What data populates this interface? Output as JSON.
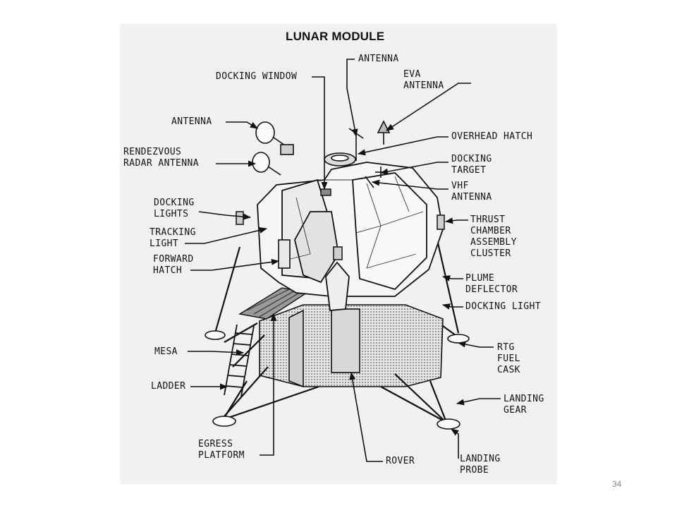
{
  "title": "LUNAR MODULE",
  "page_number": "34",
  "labels": {
    "antenna_top": "ANTENNA",
    "eva_antenna": "EVA\nANTENNA",
    "docking_window": "DOCKING WINDOW",
    "overhead_hatch": "OVERHEAD HATCH",
    "antenna_left": "ANTENNA",
    "rendezvous_radar": "RENDEZVOUS\nRADAR ANTENNA",
    "docking_target": "DOCKING\nTARGET",
    "vhf_antenna": "VHF\nANTENNA",
    "docking_lights": "DOCKING\nLIGHTS",
    "tracking_light": "TRACKING\nLIGHT",
    "thrust_chamber": "THRUST\nCHAMBER\nASSEMBLY\nCLUSTER",
    "forward_hatch": "FORWARD\nHATCH",
    "plume_deflector": "PLUME\nDEFLECTOR",
    "docking_light": "DOCKING LIGHT",
    "mesa": "MESA",
    "rtg_fuel_cask": "RTG\nFUEL\nCASK",
    "ladder": "LADDER",
    "landing_gear": "LANDING\nGEAR",
    "egress_platform": "EGRESS\nPLATFORM",
    "rover": "ROVER",
    "landing_probe": "LANDING\nPROBE"
  }
}
